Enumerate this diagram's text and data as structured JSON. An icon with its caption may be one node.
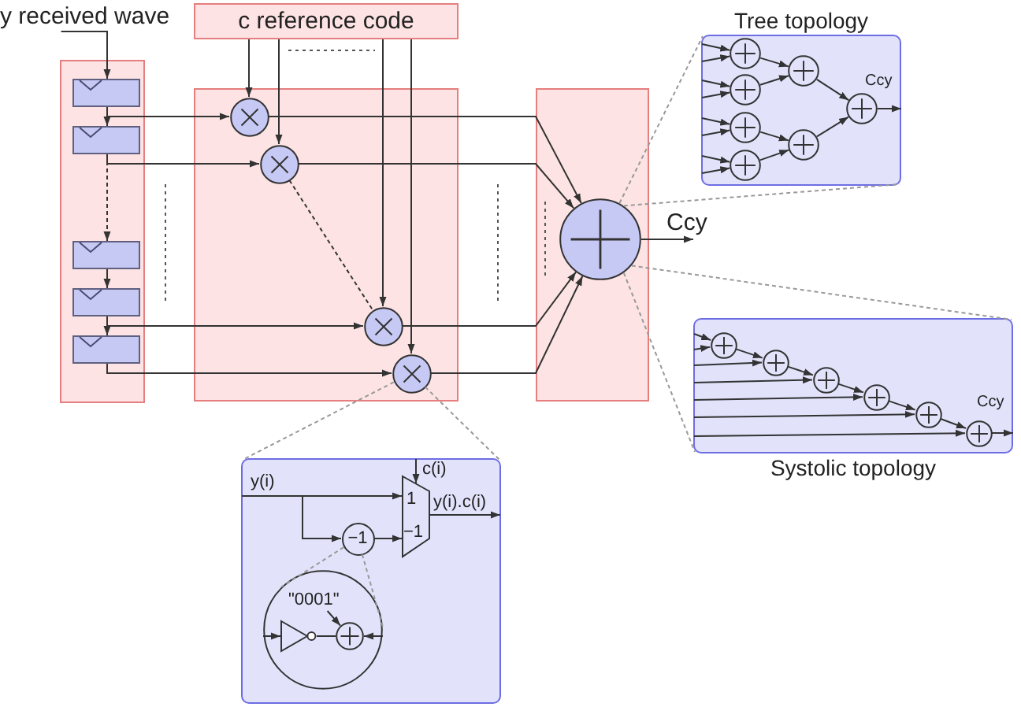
{
  "diagram": {
    "nodes": [
      {
        "text": [
          "y received wave"
        ]
      },
      {
        "text": [],
        "shape": "box"
      },
      {
        "text": [],
        "shape": "box",
        "in": 1
      },
      {
        "text": [],
        "shape": "box",
        "in": 1
      },
      {
        "text": [],
        "shape": "box",
        "in": 1
      },
      {
        "text": [],
        "shape": "box",
        "in": 1
      },
      {
        "text": [],
        "shape": "box",
        "in": 1
      },
      {
        "text": [
          "c reference code"
        ]
      },
      {
        "text": [],
        "shape": "box"
      },
      {
        "text": [],
        "shape": "circle",
        "in": 8
      },
      {
        "text": [],
        "shape": "circle",
        "in": 8
      },
      {
        "text": [],
        "shape": "circle",
        "in": 8
      },
      {
        "text": [],
        "shape": "circle",
        "in": 8
      },
      {
        "text": [],
        "shape": "box"
      },
      {
        "text": [],
        "shape": "circle",
        "in": 13
      },
      {
        "text": [
          "Tree topology"
        ]
      },
      {
        "text": [],
        "shape": "circle",
        "in": 15
      },
      {
        "text": [],
        "shape": "circle",
        "in": 15
      },
      {
        "text": [],
        "shape": "circle",
        "in": 15
      },
      {
        "text": [],
        "shape": "circle",
        "in": 15
      },
      {
        "text": [],
        "shape": "circle",
        "in": 15
      },
      {
        "text": [],
        "shape": "circle",
        "in": 15
      },
      {
        "text": [],
        "shape": "circle",
        "in": 15
      },
      {
        "text": [
          "Systolic topology"
        ]
      },
      {
        "text": [],
        "shape": "circle",
        "in": 23
      },
      {
        "text": [],
        "shape": "circle",
        "in": 23
      },
      {
        "text": [],
        "shape": "circle",
        "in": 23
      },
      {
        "text": [],
        "shape": "circle",
        "in": 23
      },
      {
        "text": [],
        "shape": "circle",
        "in": 23
      },
      {
        "text": [],
        "shape": "circle",
        "in": 23
      },
      {
        "text": [],
        "shape": "box"
      },
      {
        "text": [
          "1",
          "−1"
        ],
        "in": 30
      },
      {
        "text": [
          "−1"
        ],
        "in": 30
      },
      {
        "text": [],
        "shape": "circle",
        "in": 30
      },
      {
        "text": [
          "\"0001\""
        ],
        "in": 33
      },
      {
        "text": [],
        "shape": "triangle",
        "in": 33
      },
      {
        "text": [],
        "shape": "circle",
        "in": 33
      }
    ],
    "edges": [
      {
        "from": 0,
        "to": 2,
        "arrow": "to"
      },
      {
        "from": 2,
        "to": 3,
        "arrow": "to"
      },
      {
        "from": 3,
        "to": 4,
        "arrow": "to",
        "style": "dashed"
      },
      {
        "from": 4,
        "to": 5,
        "arrow": "to"
      },
      {
        "from": 5,
        "to": 6,
        "arrow": "to"
      },
      {
        "from": 2,
        "to": 9,
        "arrow": "to"
      },
      {
        "from": 3,
        "to": 10,
        "arrow": "to"
      },
      {
        "from": 5,
        "to": 11,
        "arrow": "to"
      },
      {
        "from": 6,
        "to": 12,
        "arrow": "to"
      },
      {
        "from": 7,
        "to": 9,
        "arrow": "to"
      },
      {
        "from": 7,
        "to": 10,
        "arrow": "to"
      },
      {
        "from": 7,
        "to": 11,
        "arrow": "to"
      },
      {
        "from": 7,
        "to": 12,
        "arrow": "to"
      },
      {
        "from": 10,
        "to": 11,
        "arrow": "none",
        "style": "dashed"
      },
      {
        "from": 9,
        "to": 14,
        "arrow": "to"
      },
      {
        "from": 10,
        "to": 14,
        "arrow": "to"
      },
      {
        "from": 11,
        "to": 14,
        "arrow": "to"
      },
      {
        "from": 12,
        "to": 14,
        "arrow": "to"
      },
      {
        "from": 14,
        "to": null,
        "arrow": "to",
        "label": "Ccy"
      },
      {
        "from": 14,
        "to": 15,
        "arrow": "none",
        "style": "dashed",
        "color": "#999999"
      },
      {
        "from": 14,
        "to": 15,
        "arrow": "none",
        "style": "dashed",
        "color": "#999999"
      },
      {
        "from": 14,
        "to": 23,
        "arrow": "none",
        "style": "dashed",
        "color": "#999999"
      },
      {
        "from": 14,
        "to": 23,
        "arrow": "none",
        "style": "dashed",
        "color": "#999999"
      },
      {
        "from": null,
        "to": 16,
        "arrow": "to"
      },
      {
        "from": null,
        "to": 16,
        "arrow": "to"
      },
      {
        "from": null,
        "to": 17,
        "arrow": "to"
      },
      {
        "from": null,
        "to": 17,
        "arrow": "to"
      },
      {
        "from": null,
        "to": 18,
        "arrow": "to"
      },
      {
        "from": null,
        "to": 18,
        "arrow": "to"
      },
      {
        "from": null,
        "to": 19,
        "arrow": "to"
      },
      {
        "from": null,
        "to": 19,
        "arrow": "to"
      },
      {
        "from": 16,
        "to": 20,
        "arrow": "to"
      },
      {
        "from": 17,
        "to": 20,
        "arrow": "to"
      },
      {
        "from": 18,
        "to": 21,
        "arrow": "to"
      },
      {
        "from": 19,
        "to": 21,
        "arrow": "to"
      },
      {
        "from": 20,
        "to": 22,
        "arrow": "to"
      },
      {
        "from": 21,
        "to": 22,
        "arrow": "to"
      },
      {
        "from": 22,
        "to": null,
        "arrow": "to",
        "label": "Ccy"
      },
      {
        "from": null,
        "to": 24,
        "arrow": "to"
      },
      {
        "from": null,
        "to": 24,
        "arrow": "to"
      },
      {
        "from": null,
        "to": 25,
        "arrow": "to"
      },
      {
        "from": null,
        "to": 26,
        "arrow": "to"
      },
      {
        "from": null,
        "to": 27,
        "arrow": "to"
      },
      {
        "from": null,
        "to": 28,
        "arrow": "to"
      },
      {
        "from": null,
        "to": 29,
        "arrow": "to"
      },
      {
        "from": 24,
        "to": 25,
        "arrow": "to"
      },
      {
        "from": 25,
        "to": 26,
        "arrow": "to"
      },
      {
        "from": 26,
        "to": 27,
        "arrow": "to"
      },
      {
        "from": 27,
        "to": 28,
        "arrow": "to"
      },
      {
        "from": 28,
        "to": 29,
        "arrow": "to"
      },
      {
        "from": 29,
        "to": null,
        "arrow": "to",
        "label": "Ccy"
      },
      {
        "from": 12,
        "to": 30,
        "arrow": "none",
        "style": "dashed",
        "color": "#999999"
      },
      {
        "from": 12,
        "to": 30,
        "arrow": "none",
        "style": "dashed",
        "color": "#999999"
      },
      {
        "from": null,
        "to": 31,
        "arrow": "to",
        "label": "y(i)"
      },
      {
        "from": null,
        "to": 32,
        "arrow": "to"
      },
      {
        "from": 32,
        "to": 31,
        "arrow": "to"
      },
      {
        "from": null,
        "to": 31,
        "arrow": "to",
        "label": "c(i)"
      },
      {
        "from": 31,
        "to": null,
        "arrow": "to",
        "label": "y(i).c(i)"
      },
      {
        "from": 32,
        "to": 33,
        "arrow": "none",
        "style": "dashed",
        "color": "#999999"
      },
      {
        "from": 32,
        "to": 33,
        "arrow": "none",
        "style": "dashed",
        "color": "#999999"
      },
      {
        "from": null,
        "to": 35,
        "arrow": "to"
      },
      {
        "from": 35,
        "to": 36,
        "arrow": "none"
      },
      {
        "from": 34,
        "to": 36,
        "arrow": "to"
      },
      {
        "from": null,
        "to": 36,
        "arrow": "to"
      }
    ]
  }
}
